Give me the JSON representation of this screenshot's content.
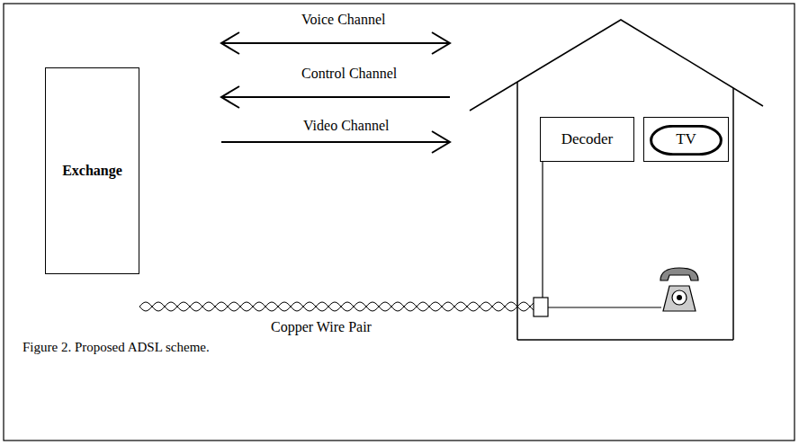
{
  "diagram": {
    "caption": "Figure 2. Proposed ADSL scheme.",
    "nodes": [
      {
        "text": [
          "Exchange"
        ]
      },
      {
        "text": [
          "Decoder"
        ]
      },
      {
        "text": [
          "TV"
        ]
      }
    ],
    "labels": [
      "Voice Channel",
      "Control Channel",
      "Video Channel",
      "Copper Wire Pair"
    ]
  }
}
